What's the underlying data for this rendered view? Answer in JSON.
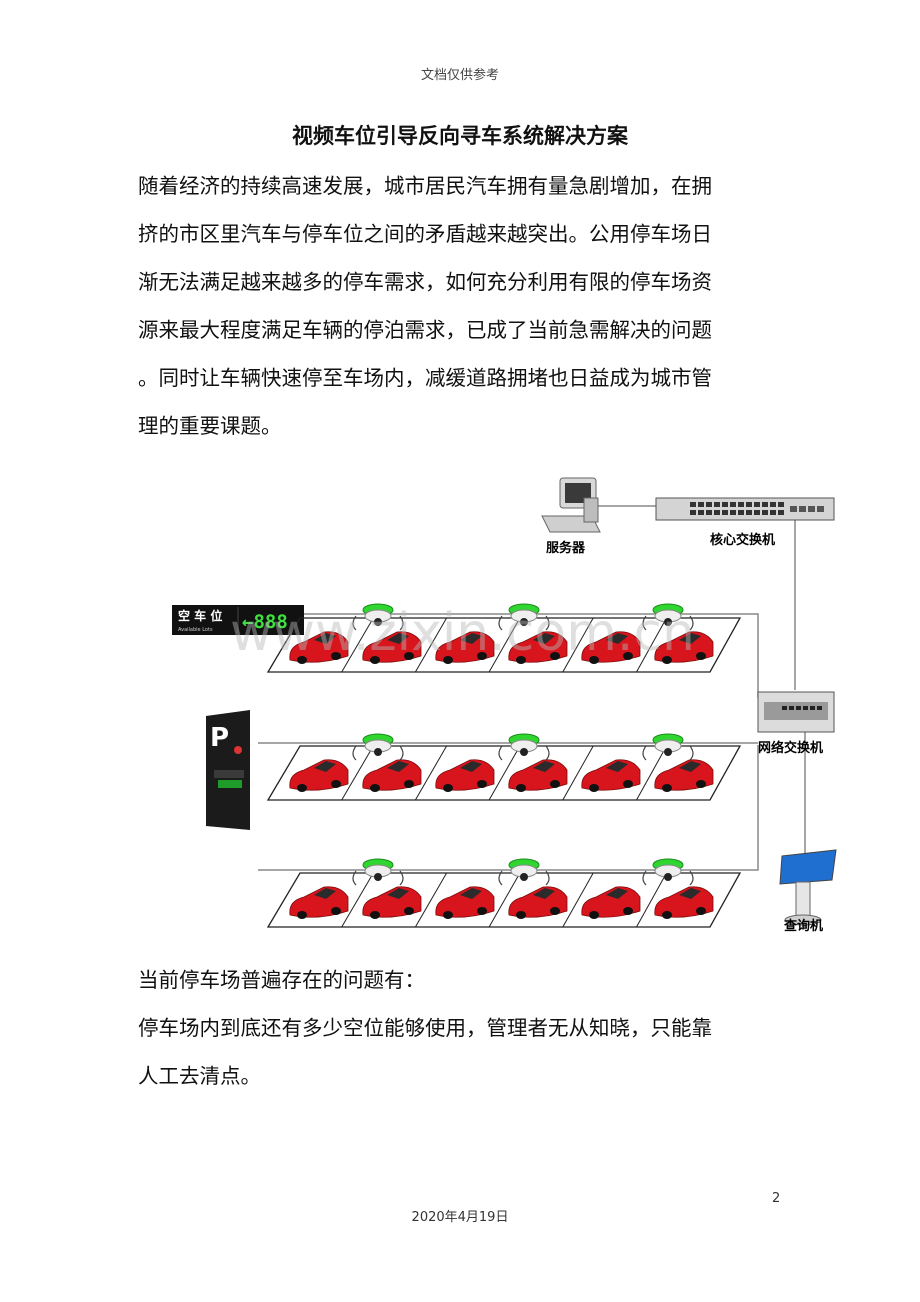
{
  "header": "文档仅供参考",
  "title": "视频车位引导反向寻车系统解决方案",
  "intro_lines": [
    "随着经济的持续高速发展，城市居民汽车拥有量急剧增加，在拥",
    "挤的市区里汽车与停车位之间的矛盾越来越突出。公用停车场日",
    "渐无法满足越来越多的停车需求，如何充分利用有限的停车场资",
    "源来最大程度满足车辆的停泊需求，已成了当前急需解决的问题",
    "。同时让车辆快速停至车场内，减缓道路拥堵也日益成为城市管",
    "理的重要课题。"
  ],
  "diagram": {
    "server_label": "服务器",
    "core_switch_label": "核心交换机",
    "network_switch_label": "网络交换机",
    "kiosk_label": "查询机",
    "sign_text": "空 车 位",
    "sign_subtext": "Available Lots",
    "sign_count": "←888",
    "watermark": "www.zixin.com.cn",
    "colors": {
      "car": "#d8141c",
      "sensor_led": "#2fd62f",
      "sign_bg": "#111111",
      "sign_digits": "#3ee03e"
    }
  },
  "problems_heading": "当前停车场普遍存在的问题有：",
  "problem_lines": [
    "停车场内到底还有多少空位能够使用，管理者无从知晓，只能靠",
    "人工去清点。"
  ],
  "page_number": "2",
  "footer_date": "2020年4月19日"
}
